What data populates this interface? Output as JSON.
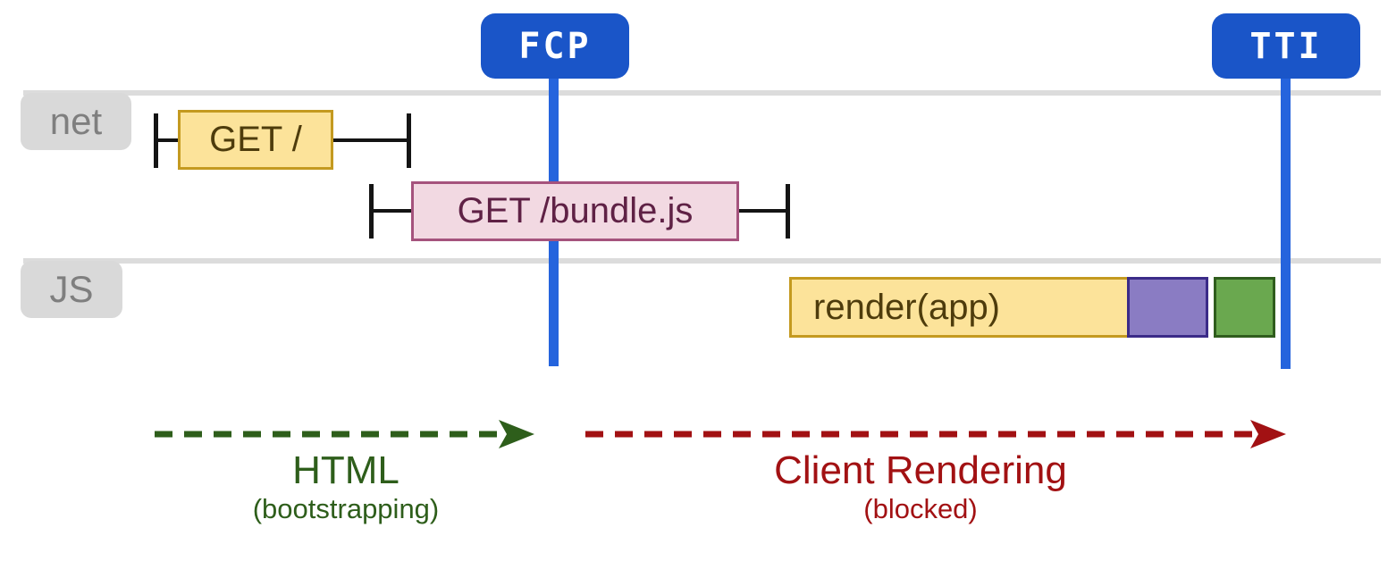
{
  "colors": {
    "badge_blue": "#1a55c8",
    "timeline_blue": "#2564dd",
    "lane_line": "#dcdcdc",
    "lane_label_bg": "#d9d9d9",
    "lane_label_text": "#7f7f7f",
    "yellow_fill": "#fce39a",
    "yellow_border": "#c49a20",
    "yellow_text": "#4e3c0c",
    "pink_fill": "#f2d9e2",
    "pink_border": "#a5537d",
    "pink_text": "#5f2145",
    "purple_fill": "#8a7cc3",
    "purple_border": "#3b2b88",
    "green_fill": "#6aa84f",
    "green_border": "#2f5d1d",
    "phase_green": "#2e5e1b",
    "phase_red": "#a21113",
    "whisker": "#141414"
  },
  "markers": {
    "fcp": "FCP",
    "tti": "TTI"
  },
  "lanes": {
    "net": "net",
    "js": "JS"
  },
  "requests": {
    "get_root": "GET /",
    "get_bundle": "GET /bundle.js"
  },
  "tasks": {
    "render_app": "render(app)"
  },
  "phases": {
    "html": {
      "label": "HTML",
      "sublabel": "(bootstrapping)"
    },
    "client_rendering": {
      "label": "Client Rendering",
      "sublabel": "(blocked)"
    }
  }
}
